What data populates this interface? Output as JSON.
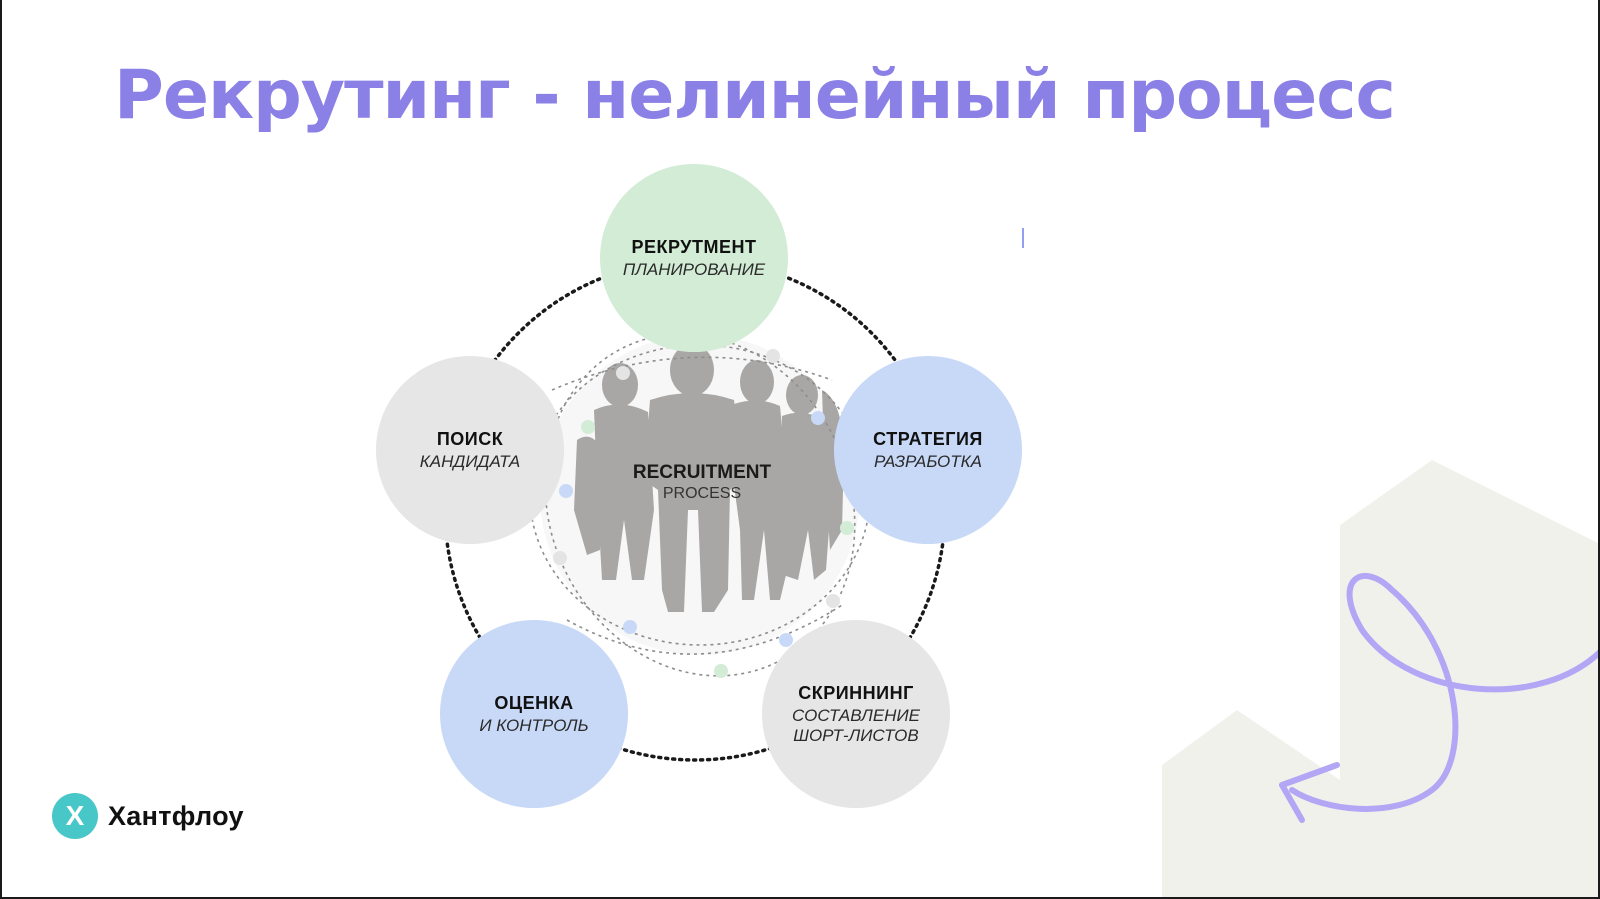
{
  "title": "Рекрутинг - нелинейный процесс",
  "center": {
    "title": "RECRUITMENT",
    "subtitle": "PROCESS"
  },
  "stages": [
    {
      "head": "РЕКРУТМЕНТ",
      "sub": [
        "ПЛАНИРОВАНИЕ"
      ],
      "color": "#d3ecd6"
    },
    {
      "head": "СТРАТЕГИЯ",
      "sub": [
        "РАЗРАБОТКА"
      ],
      "color": "#c8d9f7"
    },
    {
      "head": "СКРИННИНГ",
      "sub": [
        "СОСТАВЛЕНИЕ",
        "ШОРТ-ЛИСТОВ"
      ],
      "color": "#e6e6e6"
    },
    {
      "head": "ОЦЕНКА",
      "sub": [
        "И КОНТРОЛЬ"
      ],
      "color": "#c8d9f7"
    },
    {
      "head": "ПОИСК",
      "sub": [
        "КАНДИДАТА"
      ],
      "color": "#e6e6e6"
    }
  ],
  "brand": {
    "logo_letter": "X",
    "name": "Хантфлоу",
    "logo_color": "#48c7c9"
  },
  "colors": {
    "title": "#8b80e6",
    "accent_line": "#b3a6f5",
    "deco_shape": "#f1f1ec"
  },
  "icons": {
    "logo": "huntflow-x-logo",
    "arrow": "curved-arrow-icon"
  }
}
